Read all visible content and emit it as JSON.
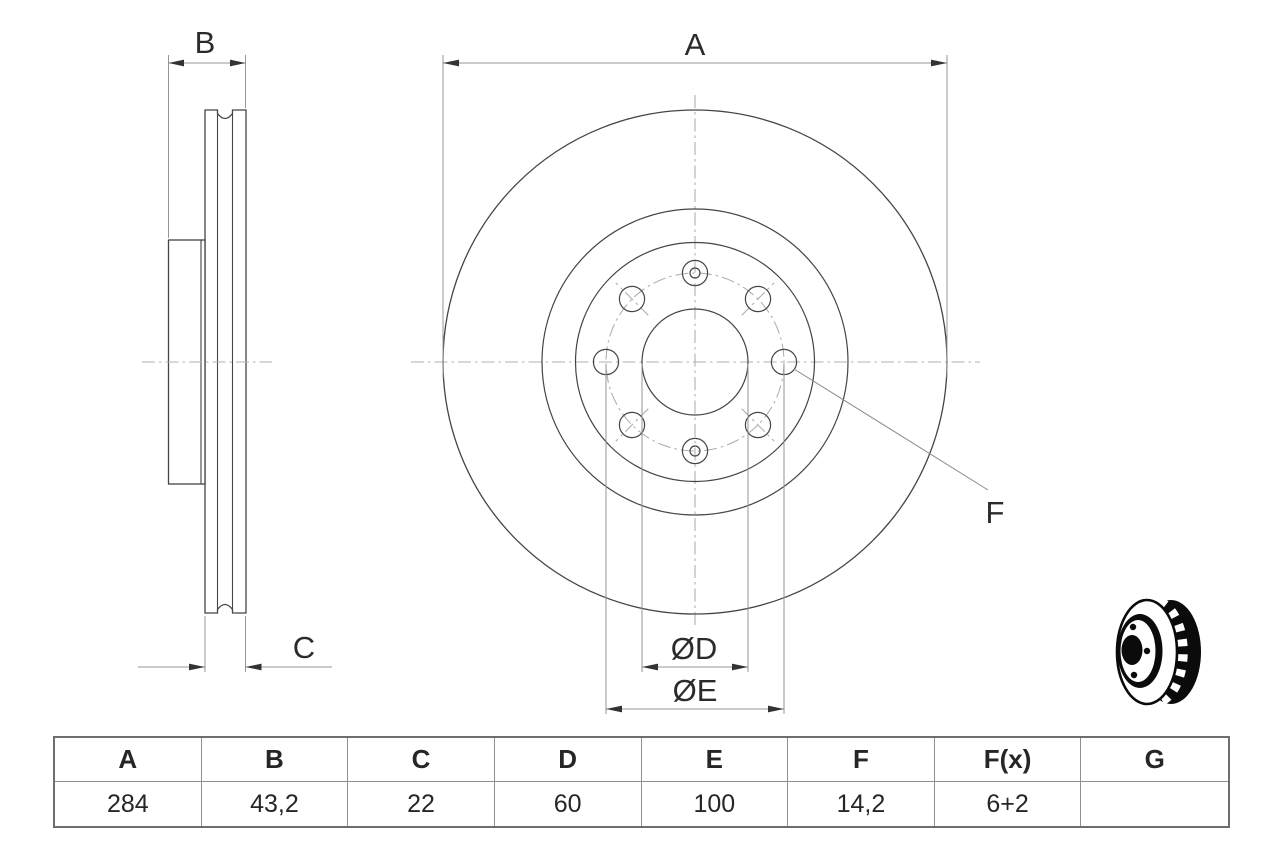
{
  "drawing": {
    "dim_labels": {
      "a": "A",
      "b": "B",
      "c": "C",
      "f": "F",
      "dia_d": "ØD",
      "dia_e": "ØE"
    },
    "colors": {
      "object_line": "#454545",
      "thin_line": "#969696",
      "centerline": "#b0b0b0",
      "arrow": "#333333",
      "text": "#2b2b2b",
      "table_border": "#6e6e6e"
    }
  },
  "table": {
    "headers": [
      "A",
      "B",
      "C",
      "D",
      "E",
      "F",
      "F(x)",
      "G"
    ],
    "values": [
      "284",
      "43,2",
      "22",
      "60",
      "100",
      "14,2",
      "6+2",
      ""
    ]
  }
}
